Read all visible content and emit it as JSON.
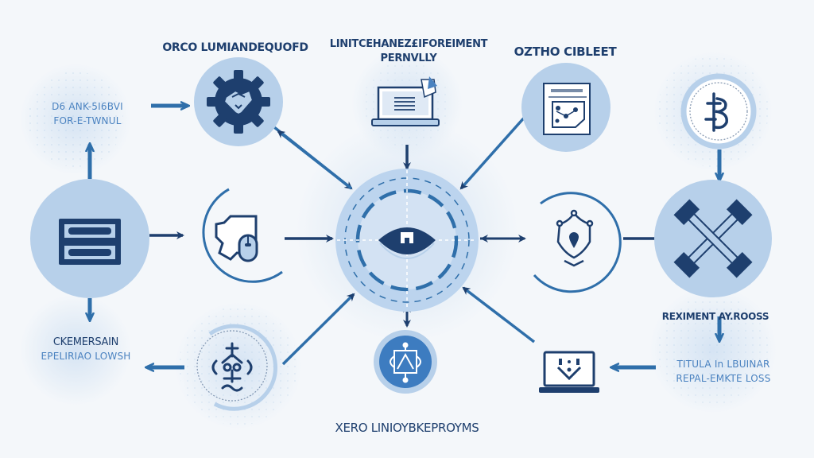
{
  "diagram": {
    "colors": {
      "background": "#f4f7fa",
      "dark_blue": "#1e3f6e",
      "mid_blue": "#2f6faa",
      "light_blue": "#b7d0ea",
      "pale_blue": "#d6e4f3",
      "accent_blue": "#4a82c0"
    },
    "labels": {
      "top_left": "ORCO LUMIANDEQUOFD",
      "top_center_line1": "LINITCEHANEZ£IFOREIMENT",
      "top_center_line2": "PERNVLLY",
      "top_right": "OZTHO CIBLEET",
      "left_upper_line1": "D6 ANK-5I6BVI",
      "left_upper_line2": "FOR-E-TWNUL",
      "left_lower_line1": "CKEMERSAIN",
      "left_lower_line2": "EPELIRIAO LOWSH",
      "right_middle": "REXIMENT AY.ROOSS",
      "right_lower_line1": "TITULA In LBUINAR",
      "right_lower_line2": "REPAL-EMKTE LOSS",
      "bottom_center": "XERO LINIOYBKEPROYMS"
    },
    "nodes": [
      {
        "id": "gear-node",
        "icon": "gear-handshake-icon"
      },
      {
        "id": "laptop-document-node",
        "icon": "laptop-document-icon"
      },
      {
        "id": "report-board-node",
        "icon": "report-board-icon"
      },
      {
        "id": "badge-seal-node",
        "icon": "currency-seal-icon"
      },
      {
        "id": "server-node",
        "icon": "server-icon"
      },
      {
        "id": "shield-mouse-node",
        "icon": "shield-mouse-icon"
      },
      {
        "id": "central-hub-node",
        "icon": "eye-target-icon"
      },
      {
        "id": "shield-location-node",
        "icon": "shield-location-icon"
      },
      {
        "id": "tools-node",
        "icon": "crossed-tools-icon"
      },
      {
        "id": "emblem-node",
        "icon": "emblem-seal-icon"
      },
      {
        "id": "network-node",
        "icon": "network-pattern-icon"
      },
      {
        "id": "laptop-download-node",
        "icon": "laptop-download-icon"
      }
    ]
  }
}
